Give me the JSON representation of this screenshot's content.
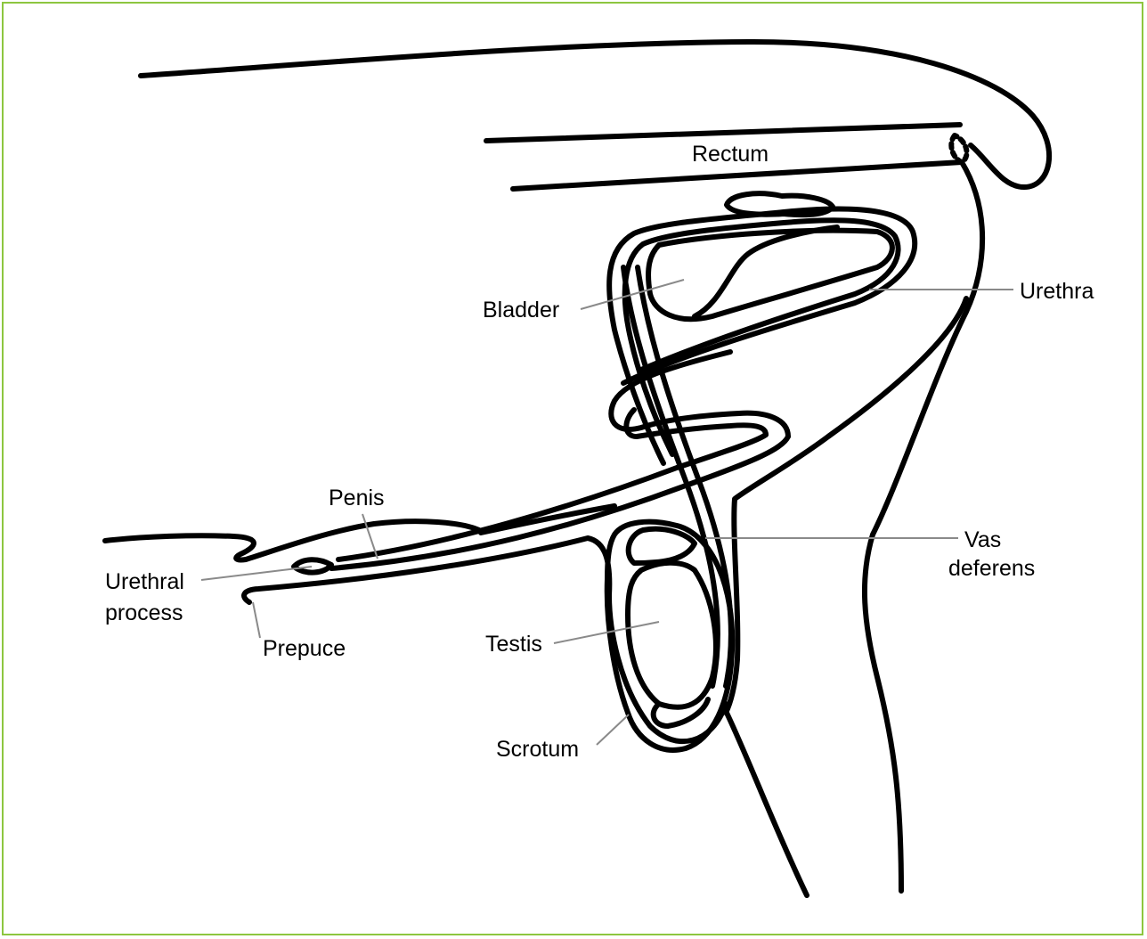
{
  "diagram": {
    "frame_color": "#8dc63f",
    "leader_color": "#8a8a8a",
    "line_color": "#000000",
    "labels": {
      "rectum": "Rectum",
      "bladder": "Bladder",
      "urethra": "Urethra",
      "penis": "Penis",
      "urethral_process_line1": "Urethral",
      "urethral_process_line2": "process",
      "prepuce": "Prepuce",
      "vas_deferens_line1": "Vas",
      "vas_deferens_line2": "deferens",
      "testis": "Testis",
      "scrotum": "Scrotum"
    }
  }
}
